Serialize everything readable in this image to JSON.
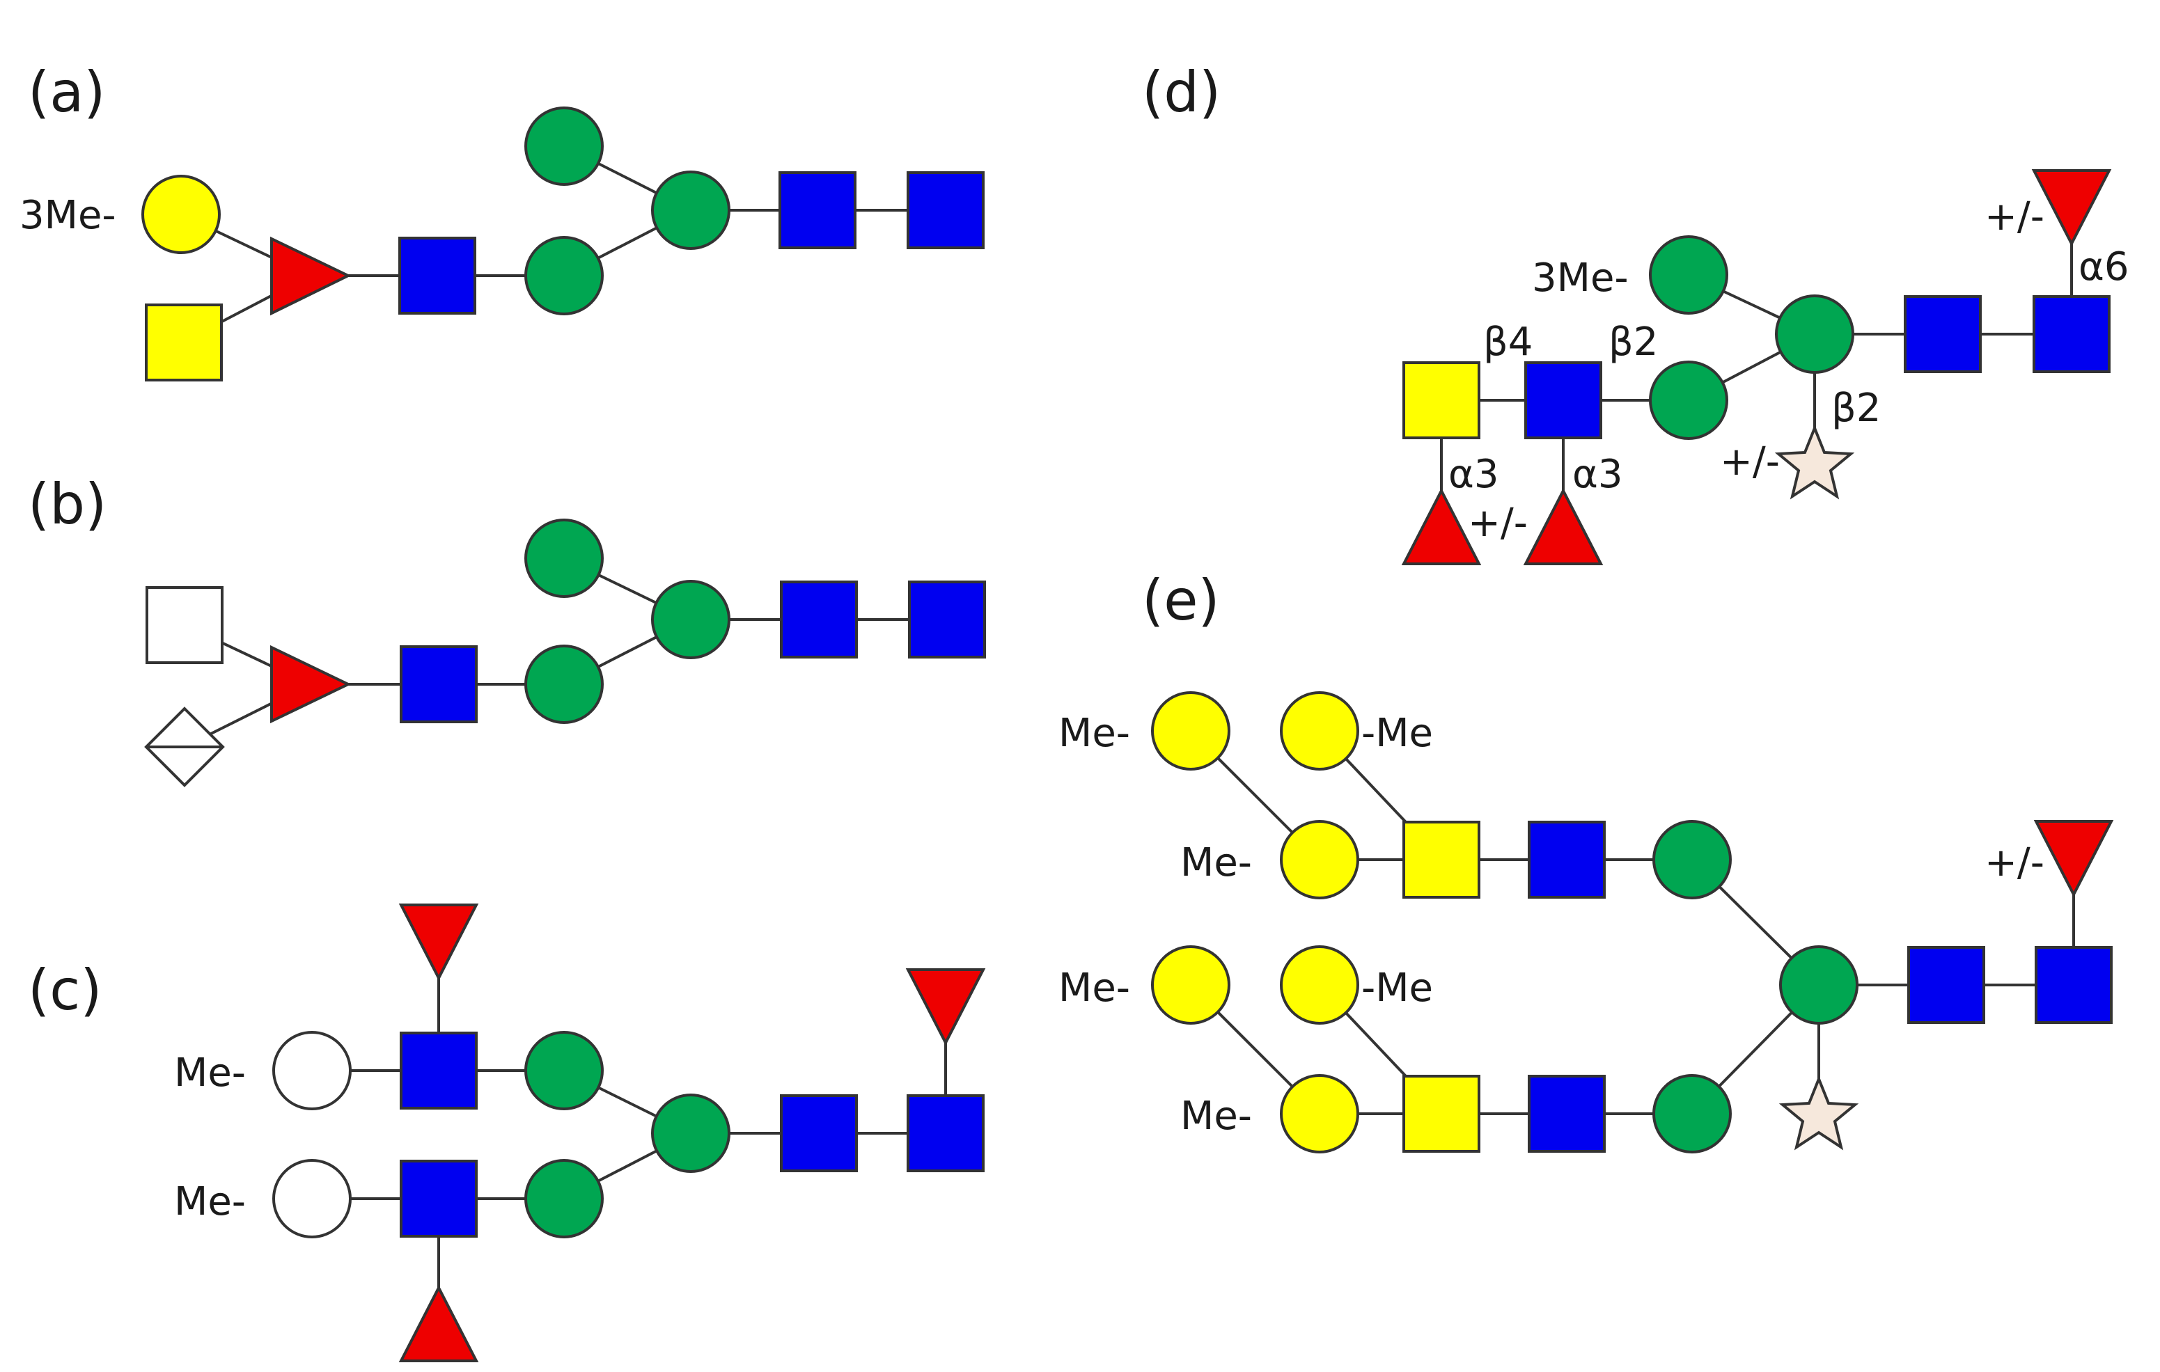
{
  "figure": {
    "panels": [
      {
        "id": "a",
        "label": "(a)",
        "modifications": [
          "3Me-"
        ],
        "residues": [
          "yellow-circle",
          "yellow-square",
          "red-triangle",
          "blue-square",
          "green-circle",
          "green-circle",
          "green-circle",
          "blue-square",
          "blue-square"
        ]
      },
      {
        "id": "b",
        "label": "(b)",
        "modifications": [],
        "residues": [
          "white-square",
          "white-diamond",
          "red-triangle",
          "blue-square",
          "green-circle",
          "green-circle",
          "green-circle",
          "blue-square",
          "blue-square"
        ]
      },
      {
        "id": "c",
        "label": "(c)",
        "modifications": [
          "Me-",
          "Me-"
        ],
        "residues": [
          "white-circle",
          "white-circle",
          "blue-square",
          "blue-square",
          "red-triangle",
          "red-triangle",
          "green-circle",
          "green-circle",
          "green-circle",
          "blue-square",
          "blue-square",
          "red-triangle"
        ]
      },
      {
        "id": "d",
        "label": "(d)",
        "modifications": [
          "3Me-",
          "+/-",
          "+/-",
          "+/-"
        ],
        "linkages": [
          "β4",
          "β2",
          "β2",
          "α3",
          "α3",
          "α6"
        ],
        "residues": [
          "yellow-square",
          "blue-square",
          "green-circle",
          "green-circle",
          "green-circle",
          "blue-square",
          "blue-square",
          "red-triangle",
          "red-triangle",
          "red-triangle",
          "beige-star"
        ]
      },
      {
        "id": "e",
        "label": "(e)",
        "modifications": [
          "Me-",
          "-Me",
          "Me-",
          "Me-",
          "-Me",
          "Me-",
          "+/-"
        ],
        "residues": [
          "yellow-circle",
          "yellow-circle",
          "yellow-circle",
          "yellow-square",
          "blue-square",
          "green-circle",
          "yellow-circle",
          "yellow-circle",
          "yellow-circle",
          "yellow-square",
          "blue-square",
          "green-circle",
          "green-circle",
          "blue-square",
          "blue-square",
          "red-triangle",
          "beige-star"
        ]
      }
    ],
    "colors": {
      "green": "#00a651",
      "blue": "#0000f0",
      "yellow": "#ffff00",
      "red": "#ee0000",
      "beige": "#f6e8dc",
      "white": "#ffffff",
      "outline": "#333333"
    }
  }
}
